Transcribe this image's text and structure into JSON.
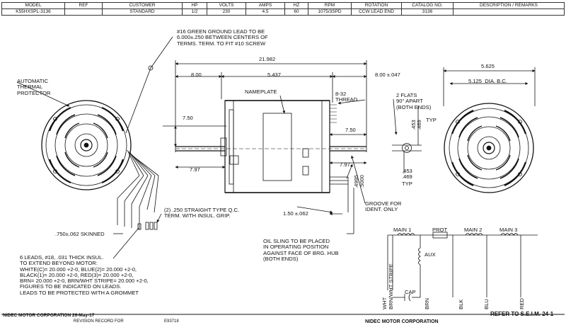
{
  "table": {
    "headers": [
      "MODEL",
      "REF",
      "CUSTOMER",
      "HP",
      "VOLTS",
      "AMPS",
      "HZ",
      "RPM",
      "ROTATION",
      "CATALOG NO.",
      "DESCRIPTION / REMARKS"
    ],
    "values": [
      "K55HXSPL-3136",
      "",
      "STANDARD",
      "1/2",
      "230",
      "4.5",
      "60",
      "1075/3SPD",
      "CCW LEAD END",
      "3136",
      ""
    ]
  },
  "notes": {
    "ground_lead": "#16 GREEN GROUND LEAD TO BE\n6.000±.250 BETWEEN CENTERS OF\nTERMS. TERM. TO FIT #10 SCREW",
    "auto_protector": "AUTOMATIC\nTHERMAL\nPROTECTOR",
    "nameplate": "NAMEPLATE",
    "thread": "8-32\nTHREAD",
    "flats": "2 FLATS\n90° APART\n(BOTH ENDS)",
    "qc_term": "(2) .250 STRAIGHT TYPE Q.C.\nTERM. WITH INSUL. GRIP.",
    "skinned": ".750±.062 SKINNED",
    "groove": "GROOVE FOR\nIDENT. ONLY",
    "oil_sling": "OIL SLING TO BE PLACED\nIN OPERATING POSITION\nAGAINST FACE OF BRG. HUB\n(BOTH ENDS)",
    "leads": "6 LEADS, #18, .031 THICK INSUL.\nTO EXTEND BEYOND MOTOR:\nWHITE(C)= 20.000 +2-0, BLUE(2)= 20.000 +2-0,\nBLACK(1)= 20.000 +2-0, RED(3)= 20.000 +2-0,\nBRN= 20.000 +2-0, BRN/WHT STRIPE= 20.000 +2-0,\nFIGURES TO BE INDICATED ON LEADS.\nLEADS TO BE PROTECTED WITH A GROMMET"
  },
  "dims": {
    "overall": "21.982",
    "left_8": "8.00",
    "body": "5.437",
    "right_8": "8.00 ±.047",
    "d750_l": "7.50",
    "d797_l": "7.97",
    "d750_r": "7.50",
    "d797_r": "7.97",
    "d150": "1.50 ±.062",
    "d453_top": ".453\n.469",
    "typ_top": "TYP",
    "d453_bot": ".453\n.469",
    "typ_bot": "TYP",
    "shaft": ".4995\n.5000",
    "width": "5.625",
    "bc": "5.125  DIA. B.C."
  },
  "schematic": {
    "main1": "MAIN 1",
    "prot": "PROT",
    "main2": "MAIN 2",
    "main3": "MAIN 3",
    "aux": "AUX",
    "cap": "CAP",
    "leads": [
      "WHT",
      "BRN/WHT STRIPE",
      "BRN",
      "BLK",
      "BLU",
      "RED"
    ]
  },
  "footer": {
    "left": "NIDEC MOTOR CORPORATION 26-May-17",
    "right": "REFER TO S.E.I.M. 24-1",
    "cut1": "REVISION RECORD FOR",
    "cut2": "E93718",
    "cut3": "NIDEC MOTOR CORPORATION"
  }
}
